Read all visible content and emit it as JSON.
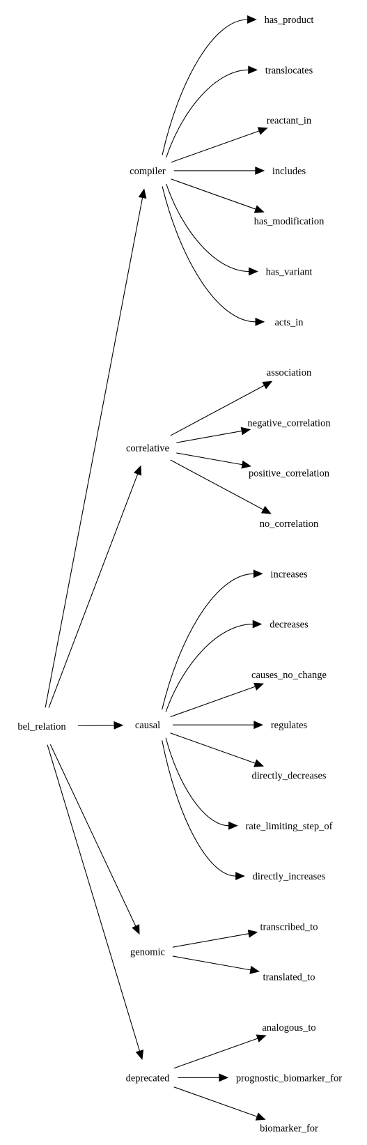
{
  "graph": {
    "root": {
      "id": "bel_relation",
      "label": "bel_relation"
    },
    "categories": [
      {
        "id": "compiler",
        "label": "compiler",
        "children": [
          "has_product",
          "translocates",
          "reactant_in",
          "includes",
          "has_modification",
          "has_variant",
          "acts_in"
        ]
      },
      {
        "id": "correlative",
        "label": "correlative",
        "children": [
          "association",
          "negative_correlation",
          "positive_correlation",
          "no_correlation"
        ]
      },
      {
        "id": "causal",
        "label": "causal",
        "children": [
          "increases",
          "decreases",
          "causes_no_change",
          "regulates",
          "directly_decreases",
          "rate_limiting_step_of",
          "directly_increases"
        ]
      },
      {
        "id": "genomic",
        "label": "genomic",
        "children": [
          "transcribed_to",
          "translated_to"
        ]
      },
      {
        "id": "deprecated",
        "label": "deprecated",
        "children": [
          "analogous_to",
          "prognostic_biomarker_for",
          "biomarker_for"
        ]
      }
    ]
  },
  "colors": {
    "line": "#000000",
    "text": "#000000",
    "background": "#ffffff"
  }
}
